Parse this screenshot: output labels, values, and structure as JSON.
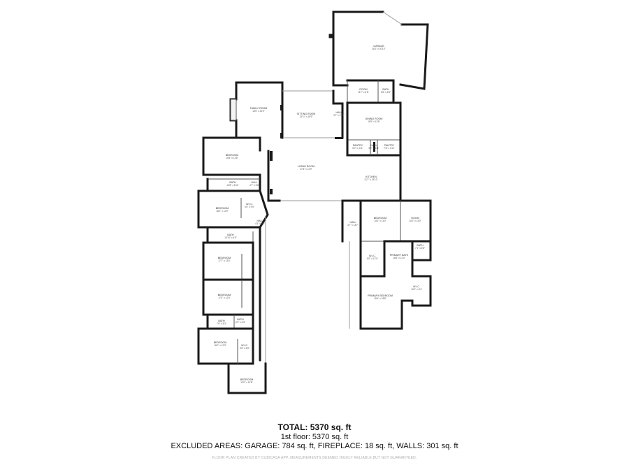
{
  "rooms": {
    "garage": {
      "name": "GARAGE",
      "dims": "36'1\" x 20'10\""
    },
    "room_top": {
      "name": "ROOM",
      "dims": "11'7\" x 6'8\""
    },
    "bath_top": {
      "name": "BATH",
      "dims": "6'5\" x 6'8\""
    },
    "family_room": {
      "name": "FAMILY ROOM",
      "dims": "16'6\" x 23'0\""
    },
    "sitting_room": {
      "name": "SITTING ROOM",
      "dims": "13'11\" x 18'9\""
    },
    "hall_top": {
      "name": "HALL",
      "dims": "3'7\" x 21'8\""
    },
    "dining_room": {
      "name": "DINING ROOM",
      "dims": "19'6\" x 13'6\""
    },
    "pantry_left": {
      "name": "PANTRY",
      "dims": "5'0\" x 4'11\""
    },
    "hall_pantry": {
      "name": "HALL",
      "dims": "3'8\" x 4'11\""
    },
    "pantry_right": {
      "name": "PANTRY",
      "dims": "7'8\" x 4'11\""
    },
    "bedroom_1": {
      "name": "BEDROOM",
      "dims": "15'8\" x 13'8\""
    },
    "bath_1": {
      "name": "BATH",
      "dims": "13'8\" x 5'11\""
    },
    "hall_1": {
      "name": "HALL",
      "dims": "4'7\" x 6'8\""
    },
    "living_room": {
      "name": "LIVING ROOM",
      "dims": "27'8\" x 12'9\""
    },
    "kitchen": {
      "name": "KITCHEN",
      "dims": "21'1\" x 15'10\""
    },
    "bedroom_2": {
      "name": "BEDROOM",
      "dims": "18'2\" x 12'0\""
    },
    "wic_1": {
      "name": "W.I.C.",
      "dims": "4'5\" x 9'5\""
    },
    "hall_2": {
      "name": "HALL",
      "dims": "4'3\" x 7'0\""
    },
    "bath_2": {
      "name": "BATH",
      "dims": "10'10\" x 4'5\""
    },
    "bedroom_3": {
      "name": "BEDROOM",
      "dims": "17'7\" x 13'6\""
    },
    "bedroom_4": {
      "name": "BEDROOM",
      "dims": "17'0\" x 12'6\""
    },
    "bath_3": {
      "name": "BATH",
      "dims": "7'6\" x 5'3\""
    },
    "bath_4": {
      "name": "BATH",
      "dims": "6'3\" x 5'3\""
    },
    "bedroom_5": {
      "name": "BEDROOM",
      "dims": "16'0\" x 12'3\""
    },
    "wic_2": {
      "name": "W.I.C.",
      "dims": "5'6\" x 6'5\""
    },
    "bedroom_6": {
      "name": "BEDROOM",
      "dims": "12'0\" x 10'8\""
    },
    "bedroom_7": {
      "name": "BEDROOM",
      "dims": "14'0\" x 13'0\""
    },
    "room_right": {
      "name": "ROOM",
      "dims": "10'0\" x 14'0\""
    },
    "hall_3": {
      "name": "HALL",
      "dims": "3'7\" x 18'7\""
    },
    "wic_3": {
      "name": "W.I.C.",
      "dims": "8'0\" x 12'0\""
    },
    "primary_bath": {
      "name": "PRIMARY BATH",
      "dims": "18'8\" x 12'0\""
    },
    "bath_5": {
      "name": "BATH",
      "dims": "7'1\" x 6'8\""
    },
    "wic_4": {
      "name": "W.I.C.",
      "dims": "10'0\" x 8'4\""
    },
    "primary_bedroom": {
      "name": "PRIMARY BEDROOM",
      "dims": "18'4\" x 18'8\""
    }
  },
  "summary": {
    "total": "TOTAL: 5370 sq. ft",
    "floor": "1st floor: 5370 sq. ft",
    "excluded": "EXCLUDED AREAS: GARAGE: 784 sq. ft, FIREPLACE: 18 sq. ft, WALLS: 301 sq. ft",
    "disclaimer": "FLOOR PLAN CREATED BY CUBICASA APP. MEASUREMENTS DEEMED HIGHLY RELIABLE BUT NOT GUARANTEED."
  }
}
